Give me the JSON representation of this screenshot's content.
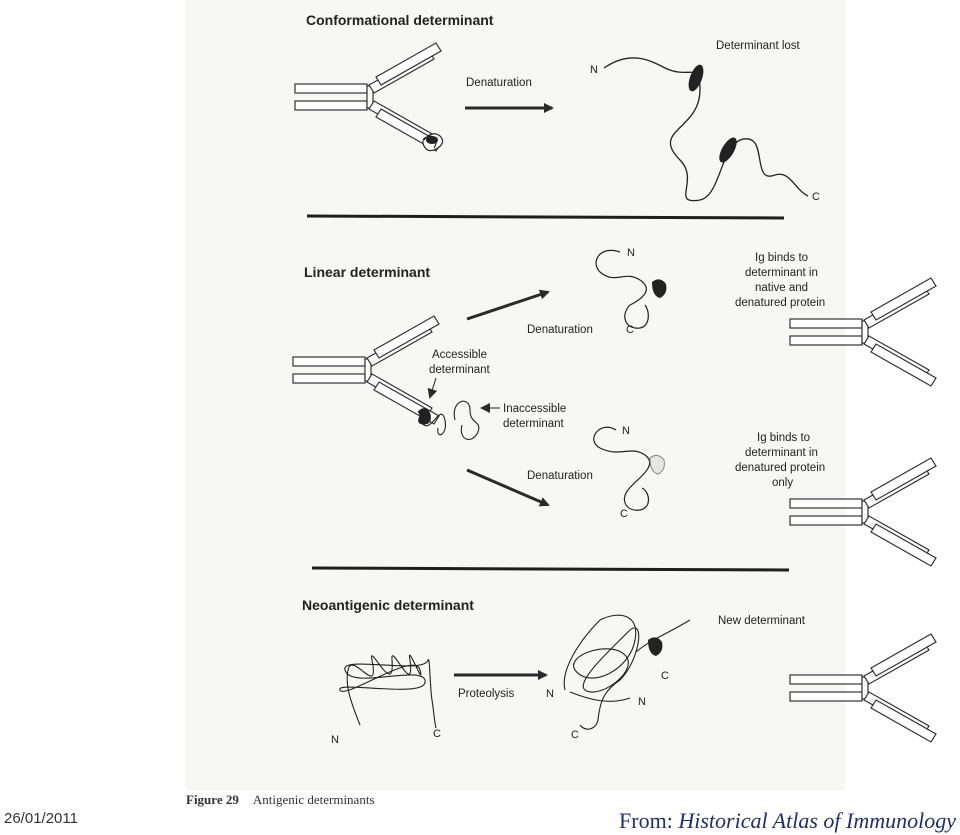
{
  "sections": {
    "conformational": {
      "heading": "Conformational determinant",
      "arrow_label": "Denaturation",
      "callout": "Determinant lost",
      "n_label": "N",
      "c_label": "C"
    },
    "linear": {
      "heading": "Linear determinant",
      "accessible_label": [
        "Accessible",
        "determinant"
      ],
      "inaccessible_label": [
        "Inaccessible",
        "determinant"
      ],
      "upper": {
        "arrow_label": "Denaturation",
        "n_label": "N",
        "c_label": "C",
        "callout": [
          "Ig binds to",
          "determinant in",
          "native and",
          "denatured protein"
        ]
      },
      "lower": {
        "arrow_label": "Denaturation",
        "n_label": "N",
        "c_label": "C",
        "callout": [
          "Ig binds to",
          "determinant in",
          "denatured protein",
          "only"
        ]
      }
    },
    "neoantigenic": {
      "heading": "Neoantigenic determinant",
      "arrow_label": "Proteolysis",
      "callout": "New determinant",
      "left_n": "N",
      "left_c": "C",
      "right_n1": "N",
      "right_n2": "N",
      "right_c1": "C",
      "right_c2": "C"
    }
  },
  "caption": {
    "figure_number": "Figure 29",
    "figure_title": "Antigenic determinants"
  },
  "footer": {
    "date": "26/01/2011",
    "source_prefix": "From: ",
    "source_title": "Historical Atlas of Immunology"
  }
}
